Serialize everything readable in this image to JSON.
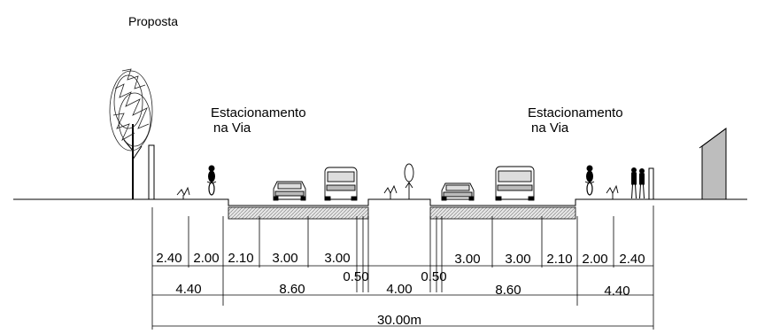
{
  "title": "Proposta",
  "labels": {
    "parking_left_line1": "Estacionamento",
    "parking_left_line2": "na Via",
    "parking_right_line1": "Estacionamento",
    "parking_right_line2": "na Via"
  },
  "dims_row1": [
    "2.40",
    "2.00",
    "2.10",
    "3.00",
    "3.00",
    "3.00",
    "3.00",
    "2.10",
    "2.00",
    "2.40"
  ],
  "dims_row2": [
    "4.40",
    "8.60",
    "4.00",
    "8.60",
    "4.40"
  ],
  "dims_small": [
    "0.50",
    "0.50"
  ],
  "total": "30.00m",
  "icons": [
    "tree-icon",
    "bicycle-icon",
    "car-icon",
    "van-icon",
    "pedestrian-icon",
    "shrub-icon",
    "building-icon"
  ]
}
